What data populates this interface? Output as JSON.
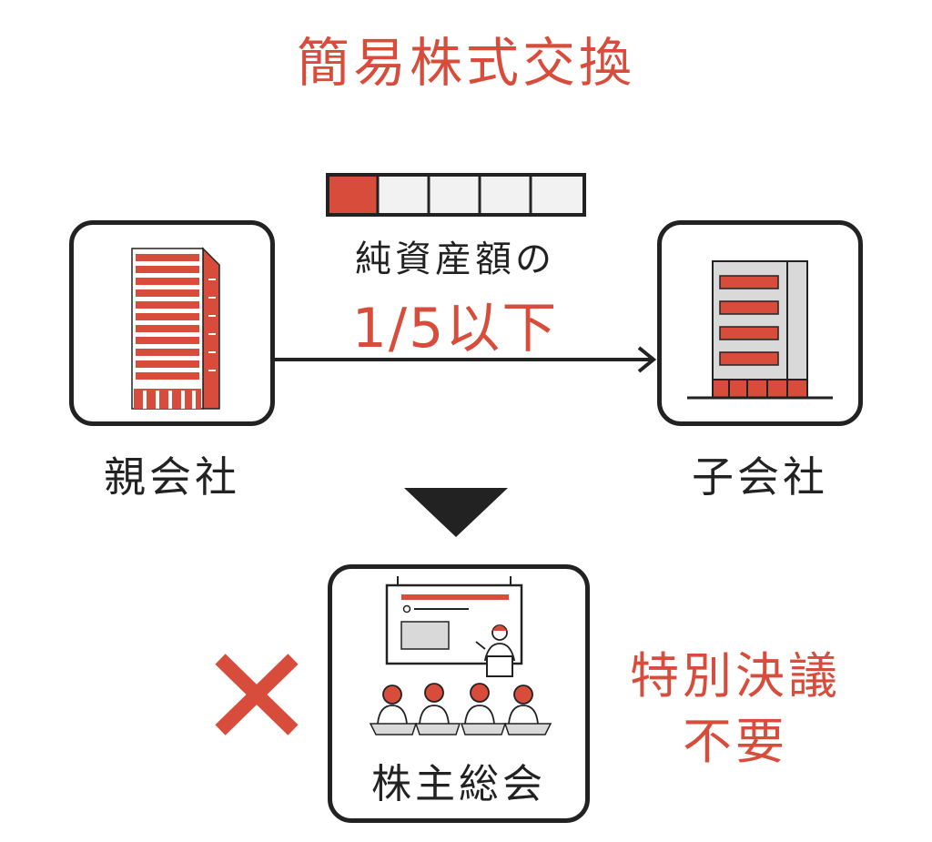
{
  "title": "簡易株式交換",
  "parent_company": {
    "label": "親会社"
  },
  "subsidiary": {
    "label": "子会社"
  },
  "condition": {
    "line1": "純資産額の",
    "line2": "1/5以下",
    "segments_total": 5,
    "segments_filled": 1
  },
  "meeting": {
    "label": "株主総会"
  },
  "result": {
    "line1": "特別決議",
    "line2": "不要"
  },
  "colors": {
    "accent": "#d84c3c",
    "dark": "#222222",
    "light_gray": "#f2f2f2",
    "mid_gray": "#d9d9d9"
  },
  "icons": {
    "parent_building": "tall-building-icon",
    "subsidiary_building": "small-building-icon",
    "meeting": "audience-presentation-icon",
    "not_needed": "cross-icon",
    "transition": "down-triangle-icon"
  }
}
